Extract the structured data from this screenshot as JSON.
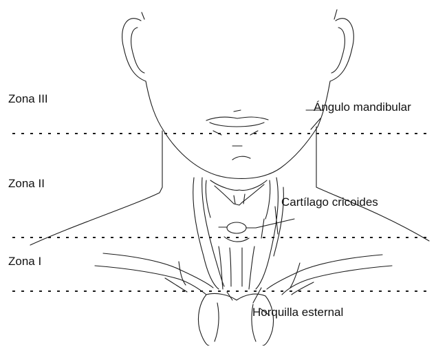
{
  "zones": [
    {
      "id": "zone-3",
      "label": "Zona III"
    },
    {
      "id": "zone-2",
      "label": "Zona II"
    },
    {
      "id": "zone-1",
      "label": "Zona I"
    }
  ],
  "landmarks": {
    "mandible_angle": "Ángulo mandibular",
    "cricoid_cartilage": "Cartílago cricoides",
    "sternal_notch": "Horquilla esternal"
  },
  "colors": {
    "ink": "#1a1a1a",
    "background": "#ffffff"
  }
}
